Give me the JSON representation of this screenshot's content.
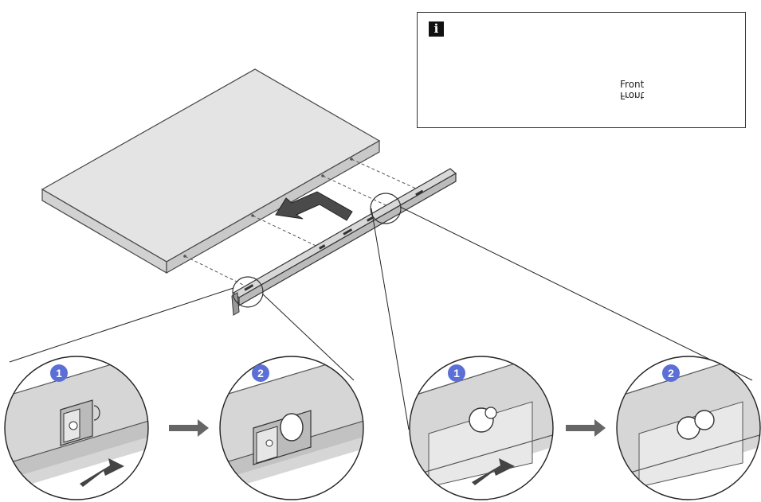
{
  "info_panel": {
    "icon": "info-icon",
    "icon_glyph": "i",
    "rail_label": "Front"
  },
  "steps": {
    "left_step1": "1",
    "left_step2": "2",
    "right_step1": "1",
    "right_step2": "2"
  },
  "colors": {
    "badge": "#5b6fd6",
    "arrow": "#666666",
    "panel_grey": "#d9d9d9",
    "rail_grey": "#c8c8c8"
  }
}
